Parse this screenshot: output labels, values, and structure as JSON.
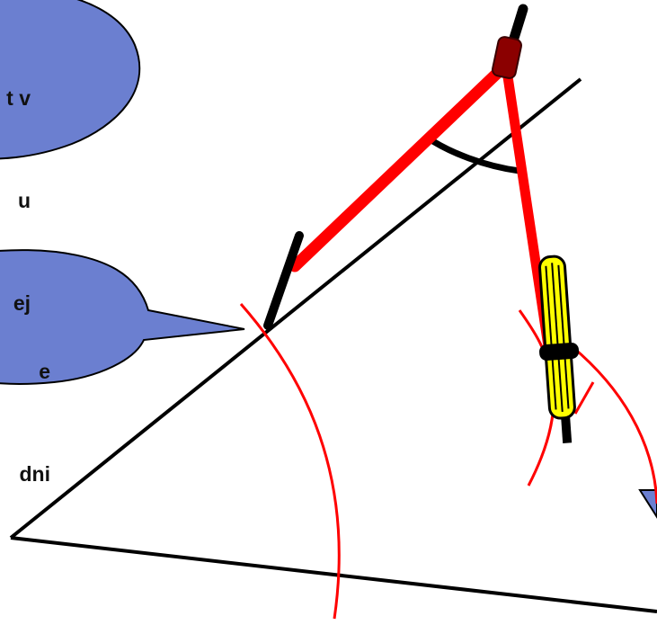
{
  "colors": {
    "background": "#ffffff",
    "bubble_fill": "#6b7fd0",
    "bubble_stroke": "#000000",
    "line": "#000000",
    "arc": "#ff0000",
    "compass_leg": "#ff0000",
    "compass_hinge": "#8b0000",
    "pencil": "#ffff00"
  },
  "callouts": {
    "top_lines": [
      "t v",
      "u",
      "ej"
    ],
    "middle_lines": [
      "e",
      "dni"
    ]
  }
}
